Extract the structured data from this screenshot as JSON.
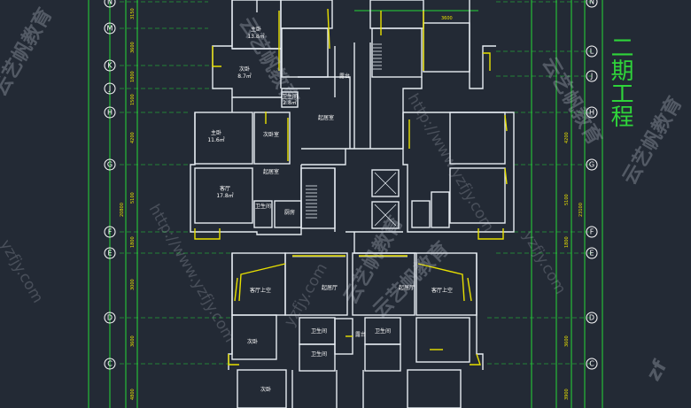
{
  "project_title": "二期工程",
  "axes": [
    "N",
    "M",
    "K",
    "J",
    "H",
    "G",
    "F",
    "E",
    "D",
    "C"
  ],
  "dims_left": [
    "3150",
    "3600",
    "1800",
    "1500",
    "4200",
    "5100",
    "1800",
    "3000",
    "3600",
    "4800"
  ],
  "dims_right": [
    "4200",
    "5100",
    "1800",
    "3600",
    "3900"
  ],
  "dim_total_left": "20800",
  "dim_total_right": "23100",
  "dim_top": "3600",
  "rooms": {
    "master_bed_left": "主卧",
    "master_bed_left_area": "13.8㎡",
    "second_bed_left": "次卧",
    "second_bed_left_area": "8.7㎡",
    "bath_top": "卫生间",
    "bath_top_area": "2.8㎡",
    "stair_top": "起居室",
    "balcony_top": "露台",
    "master_bed_mid": "主卧",
    "master_bed_mid_area": "11.6㎡",
    "master_wardrobe": "次卧室",
    "living_mid": "起居室",
    "parlor": "客厅",
    "parlor_area": "17.8㎡",
    "bath_mid": "卫生间",
    "kitchen": "厨房",
    "parlor_void_left": "客厅上空",
    "living_low_left": "起居厅",
    "living_low_right": "起居厅",
    "parlor_void_right": "客厅上空",
    "second_bed_low": "次卧",
    "bath_low_1": "卫生间",
    "bath_low_2": "卫生间",
    "balcony_low": "露台",
    "bath_low_3": "卫生间",
    "second_bed_bottom": "次卧"
  },
  "watermarks": [
    "云艺帆教育",
    "http://www.yzfjy.com",
    "yzfjy.com",
    "云艺帆教育",
    "http://www.yzfjy.com",
    "云艺帆教育",
    "yzfjy.com",
    "云艺帆教育",
    "云艺帆教育",
    "云艺帆教育",
    "yzfjy.com",
    "zf"
  ],
  "colors": {
    "background": "#232a35",
    "wall": "#e6ecf2",
    "grid": "#24d838",
    "dimension": "#e8e000",
    "window": "#e8e000",
    "title": "#2fd43a"
  }
}
